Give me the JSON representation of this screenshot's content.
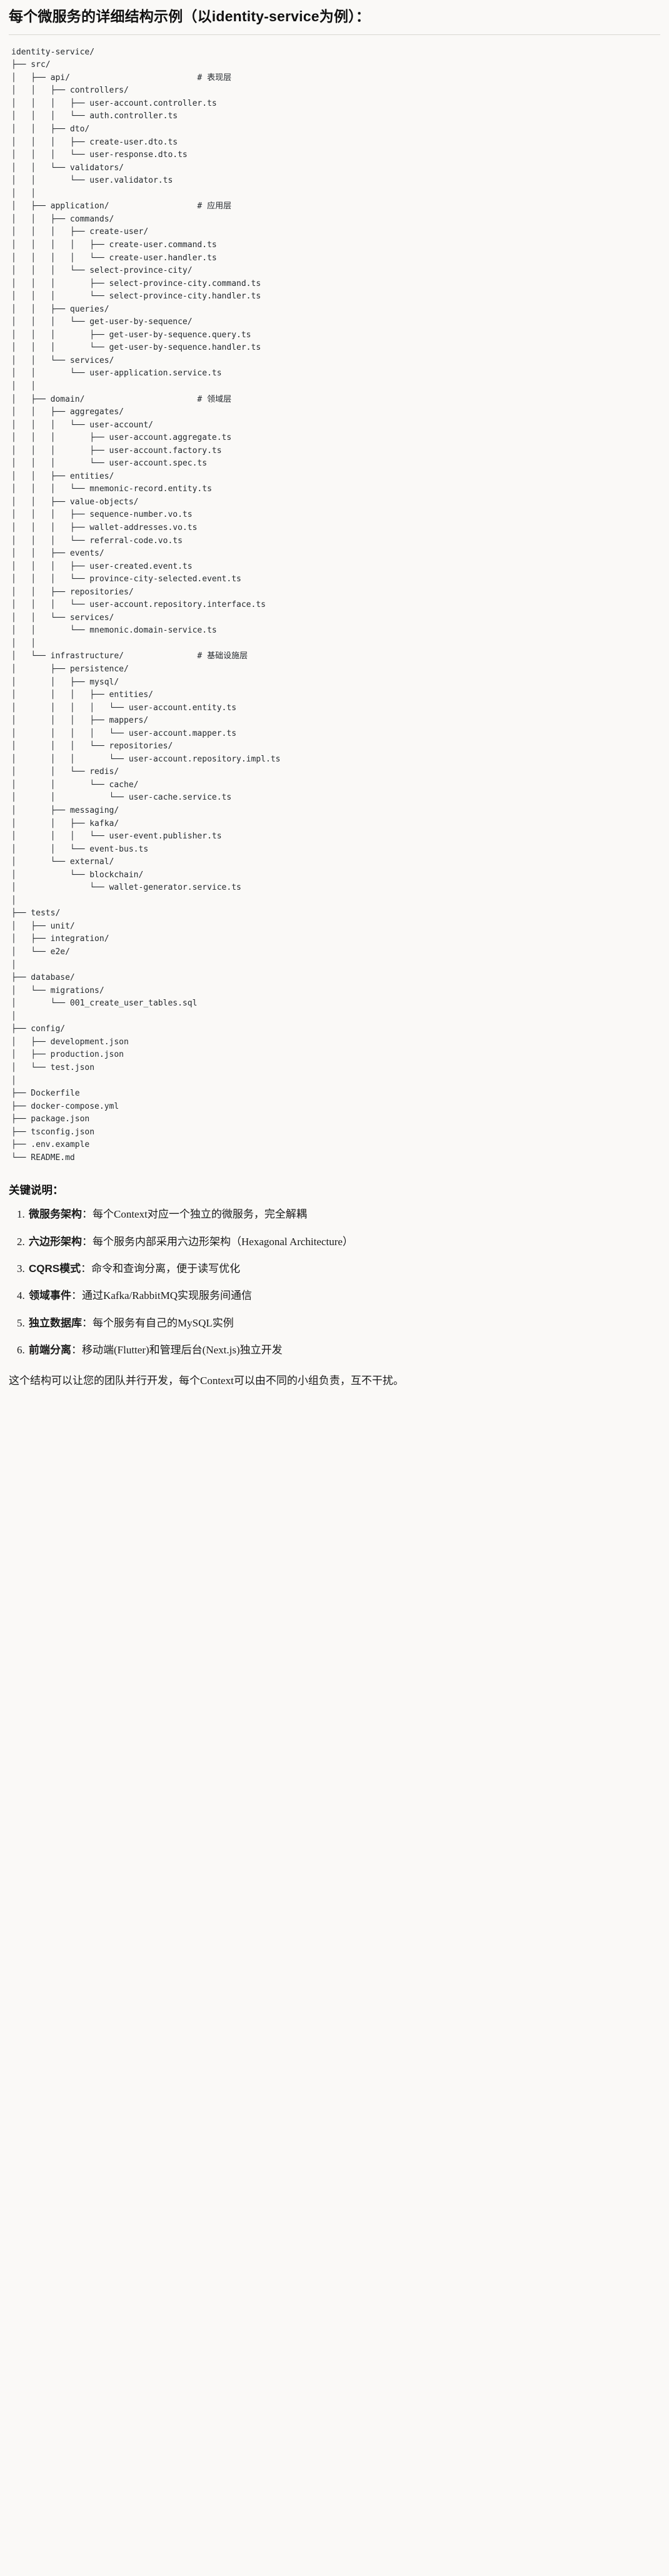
{
  "heading": "每个微服务的详细结构示例（以identity-service为例）：",
  "tree": {
    "language": "text",
    "lines": [
      "identity-service/",
      "├── src/",
      "│   ├── api/                          # 表现层",
      "│   │   ├── controllers/",
      "│   │   │   ├── user-account.controller.ts",
      "│   │   │   └── auth.controller.ts",
      "│   │   ├── dto/",
      "│   │   │   ├── create-user.dto.ts",
      "│   │   │   └── user-response.dto.ts",
      "│   │   └── validators/",
      "│   │       └── user.validator.ts",
      "│   │",
      "│   ├── application/                  # 应用层",
      "│   │   ├── commands/",
      "│   │   │   ├── create-user/",
      "│   │   │   │   ├── create-user.command.ts",
      "│   │   │   │   └── create-user.handler.ts",
      "│   │   │   └── select-province-city/",
      "│   │   │       ├── select-province-city.command.ts",
      "│   │   │       └── select-province-city.handler.ts",
      "│   │   ├── queries/",
      "│   │   │   └── get-user-by-sequence/",
      "│   │   │       ├── get-user-by-sequence.query.ts",
      "│   │   │       └── get-user-by-sequence.handler.ts",
      "│   │   └── services/",
      "│   │       └── user-application.service.ts",
      "│   │",
      "│   ├── domain/                       # 领域层",
      "│   │   ├── aggregates/",
      "│   │   │   └── user-account/",
      "│   │   │       ├── user-account.aggregate.ts",
      "│   │   │       ├── user-account.factory.ts",
      "│   │   │       └── user-account.spec.ts",
      "│   │   ├── entities/",
      "│   │   │   └── mnemonic-record.entity.ts",
      "│   │   ├── value-objects/",
      "│   │   │   ├── sequence-number.vo.ts",
      "│   │   │   ├── wallet-addresses.vo.ts",
      "│   │   │   └── referral-code.vo.ts",
      "│   │   ├── events/",
      "│   │   │   ├── user-created.event.ts",
      "│   │   │   └── province-city-selected.event.ts",
      "│   │   ├── repositories/",
      "│   │   │   └── user-account.repository.interface.ts",
      "│   │   └── services/",
      "│   │       └── mnemonic.domain-service.ts",
      "│   │",
      "│   └── infrastructure/               # 基础设施层",
      "│       ├── persistence/",
      "│       │   ├── mysql/",
      "│       │   │   ├── entities/",
      "│       │   │   │   └── user-account.entity.ts",
      "│       │   │   ├── mappers/",
      "│       │   │   │   └── user-account.mapper.ts",
      "│       │   │   └── repositories/",
      "│       │   │       └── user-account.repository.impl.ts",
      "│       │   └── redis/",
      "│       │       └── cache/",
      "│       │           └── user-cache.service.ts",
      "│       ├── messaging/",
      "│       │   ├── kafka/",
      "│       │   │   └── user-event.publisher.ts",
      "│       │   └── event-bus.ts",
      "│       └── external/",
      "│           └── blockchain/",
      "│               └── wallet-generator.service.ts",
      "│",
      "├── tests/",
      "│   ├── unit/",
      "│   ├── integration/",
      "│   └── e2e/",
      "│",
      "├── database/",
      "│   └── migrations/",
      "│       └── 001_create_user_tables.sql",
      "│",
      "├── config/",
      "│   ├── development.json",
      "│   ├── production.json",
      "│   └── test.json",
      "│",
      "├── Dockerfile",
      "├── docker-compose.yml",
      "├── package.json",
      "├── tsconfig.json",
      "├── .env.example",
      "└── README.md"
    ]
  },
  "notes": {
    "title": "关键说明：",
    "items": [
      {
        "label": "微服务架构",
        "text": "：每个Context对应一个独立的微服务，完全解耦"
      },
      {
        "label": "六边形架构",
        "text": "：每个服务内部采用六边形架构（Hexagonal Architecture）"
      },
      {
        "label": "CQRS模式",
        "text": "：命令和查询分离，便于读写优化"
      },
      {
        "label": "领域事件",
        "text": "：通过Kafka/RabbitMQ实现服务间通信"
      },
      {
        "label": "独立数据库",
        "text": "：每个服务有自己的MySQL实例"
      },
      {
        "label": "前端分离",
        "text": "：移动端(Flutter)和管理后台(Next.js)独立开发"
      }
    ]
  },
  "closing": "这个结构可以让您的团队并行开发，每个Context可以由不同的小组负责，互不干扰。"
}
